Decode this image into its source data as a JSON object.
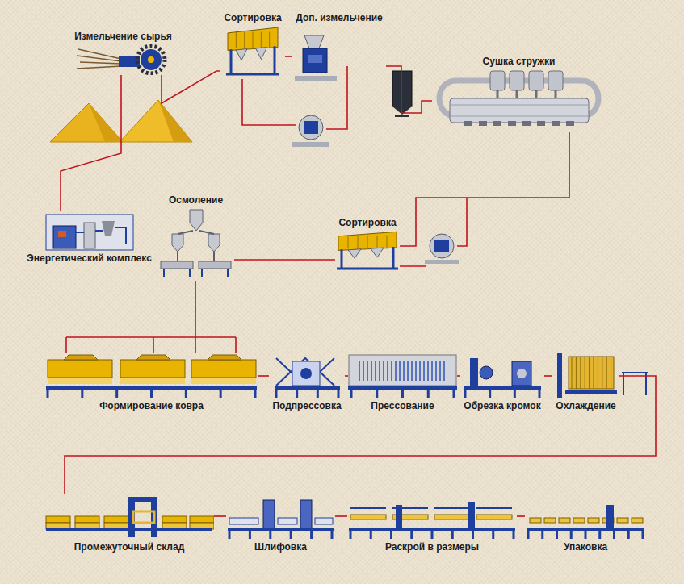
{
  "diagram": {
    "nodes": [
      {
        "text": [
          "Измельчение сырья"
        ]
      },
      {
        "text": [
          "Сортировка"
        ]
      },
      {
        "text": [
          "Доп. измельчение"
        ]
      },
      {
        "text": [
          "Сушка стружки"
        ]
      },
      {
        "text": [
          "Энергетический комплекс"
        ]
      },
      {
        "text": [
          "Осмоление"
        ]
      },
      {
        "text": [
          "Сортировка"
        ]
      },
      {
        "text": [
          "Формирование ковра"
        ]
      },
      {
        "text": [
          "Подпрессовка"
        ]
      },
      {
        "text": [
          "Прессование"
        ]
      },
      {
        "text": [
          "Обрезка кромок"
        ]
      },
      {
        "text": [
          "Охлаждение"
        ]
      },
      {
        "text": [
          "Промежуточный склад"
        ]
      },
      {
        "text": [
          "Шлифовка"
        ]
      },
      {
        "text": [
          "Раскрой в размеры"
        ]
      },
      {
        "text": [
          "Упаковка"
        ]
      }
    ],
    "edges": [
      {
        "from": 0,
        "to": 1,
        "arrow": "none"
      },
      {
        "from": 1,
        "to": 2,
        "arrow": "none"
      },
      {
        "from": 2,
        "to": 3,
        "arrow": "none"
      },
      {
        "from": 3,
        "to": 6,
        "arrow": "none"
      },
      {
        "from": 6,
        "to": 5,
        "arrow": "none"
      },
      {
        "from": 5,
        "to": 7,
        "arrow": "none"
      },
      {
        "from": 0,
        "to": 4,
        "arrow": "none"
      },
      {
        "from": 7,
        "to": 8,
        "arrow": "none"
      },
      {
        "from": 8,
        "to": 9,
        "arrow": "none"
      },
      {
        "from": 9,
        "to": 10,
        "arrow": "none"
      },
      {
        "from": 10,
        "to": 11,
        "arrow": "none"
      },
      {
        "from": 11,
        "to": 12,
        "arrow": "none"
      },
      {
        "from": 12,
        "to": 13,
        "arrow": "none"
      },
      {
        "from": 13,
        "to": 14,
        "arrow": "none"
      },
      {
        "from": 14,
        "to": 15,
        "arrow": "none"
      }
    ]
  }
}
